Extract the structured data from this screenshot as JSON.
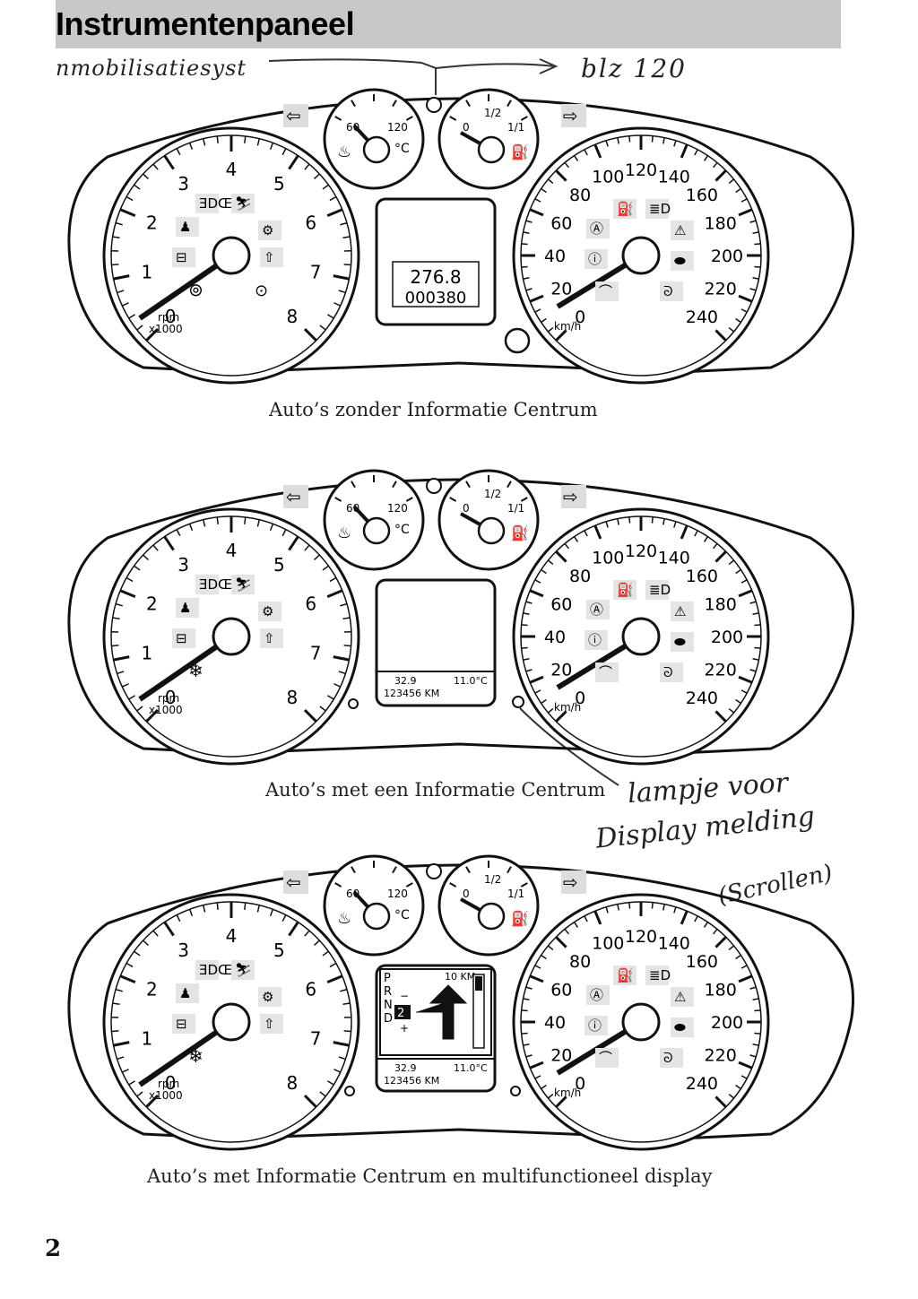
{
  "page": {
    "title": "Instrumentenpaneel",
    "page_number": "2",
    "annotations": {
      "immobiliser": "nmobilisatiesyst",
      "page_ref": "blz 120",
      "lampje": "lampje voor",
      "display_melding": "Display melding",
      "scrollen": "(Scrollen)"
    }
  },
  "gauge_labels": {
    "rpm_numbers": [
      "1",
      "2",
      "3",
      "4",
      "5",
      "6",
      "7",
      "8"
    ],
    "rpm_zero": "0",
    "rpm_unit": "rpm",
    "rpm_multiplier": "x1000",
    "speed_numbers": [
      "20",
      "40",
      "60",
      "80",
      "100",
      "120",
      "140",
      "160",
      "180",
      "200",
      "220",
      "240"
    ],
    "speed_zero": "0",
    "speed_unit": "km/h",
    "temp_low": "60",
    "temp_high": "120",
    "temp_unit": "°C",
    "fuel_empty": "0",
    "fuel_half": "1/2",
    "fuel_full": "1/1"
  },
  "clusters": [
    {
      "caption": "Auto’s zonder Informatie Centrum",
      "display": {
        "type": "odometer",
        "trip": "276.8",
        "odometer": "000380"
      }
    },
    {
      "caption": "Auto’s met een Informatie Centrum",
      "display": {
        "type": "info",
        "fuel": "32.9",
        "temp": "11.0°C",
        "odometer": "123456 KM"
      }
    },
    {
      "caption": "Auto’s met Informatie Centrum en multifunctioneel display",
      "display": {
        "type": "multi",
        "fuel": "32.9",
        "temp": "11.0°C",
        "odometer": "123456 KM",
        "distance": "10 KM",
        "gears": [
          "P",
          "R",
          "N",
          "D"
        ],
        "gear_selected": "2",
        "gear_minus": "−",
        "gear_plus": "+"
      }
    }
  ]
}
